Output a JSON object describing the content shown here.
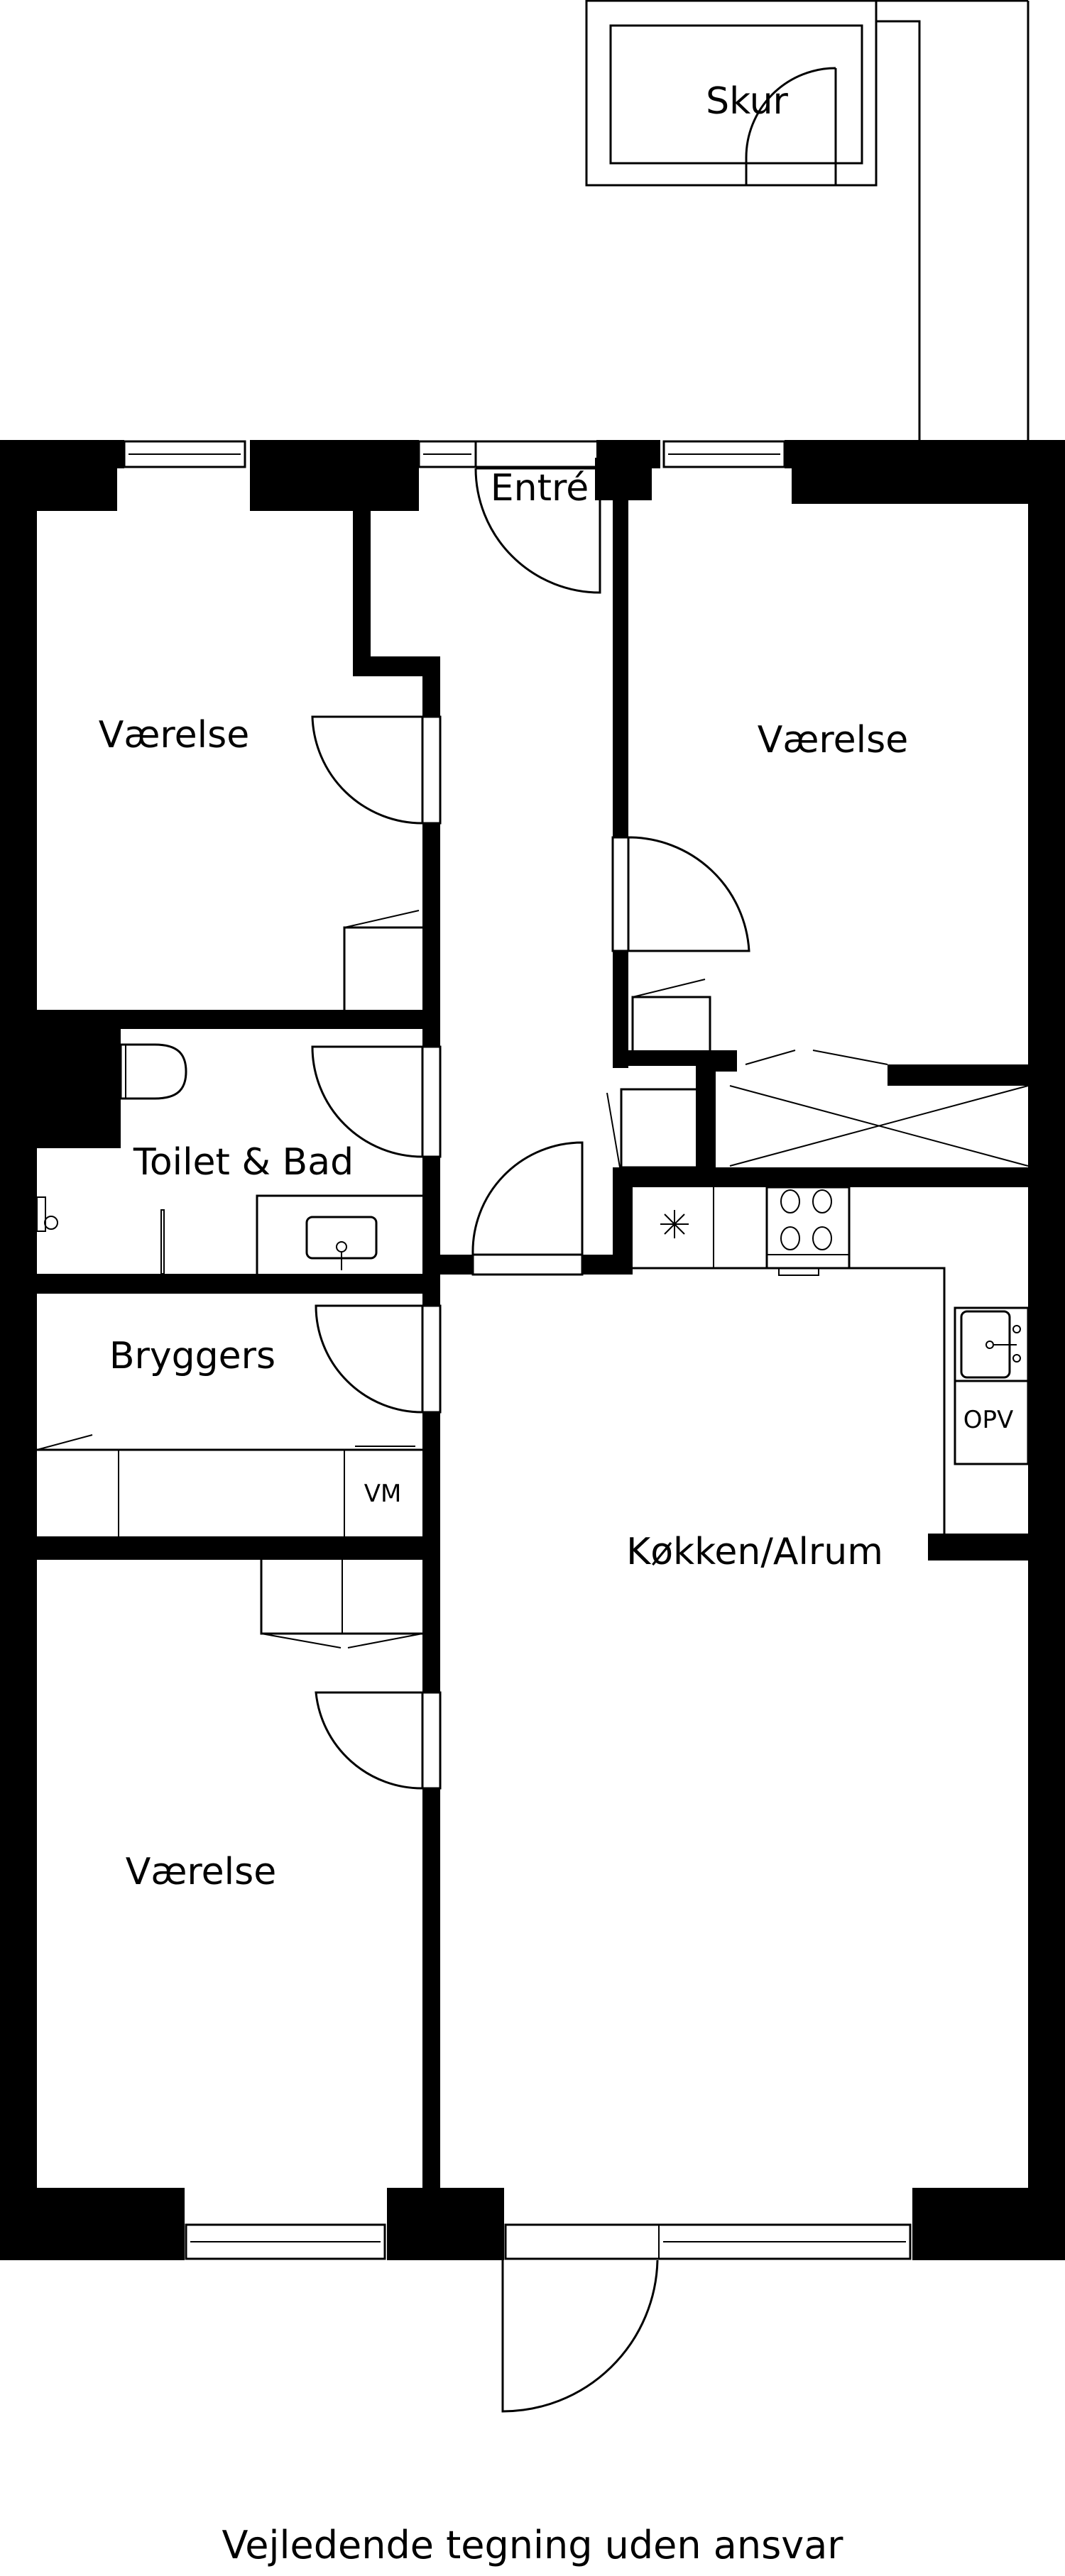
{
  "plan": {
    "type": "floor-plan",
    "colors": {
      "wall": "#000000",
      "background": "#ffffff"
    }
  },
  "rooms": {
    "skur": "Skur",
    "entre": "Entré",
    "vaerelse_top_left": "Værelse",
    "vaerelse_top_right": "Værelse",
    "toilet_bad": "Toilet & Bad",
    "bryggers": "Bryggers",
    "koekken_alrum": "Køkken/Alrum",
    "vaerelse_bottom_left": "Værelse"
  },
  "fixtures": {
    "washing_machine": "VM",
    "dishwasher": "OPV"
  },
  "caption": "Vejledende tegning uden ansvar"
}
